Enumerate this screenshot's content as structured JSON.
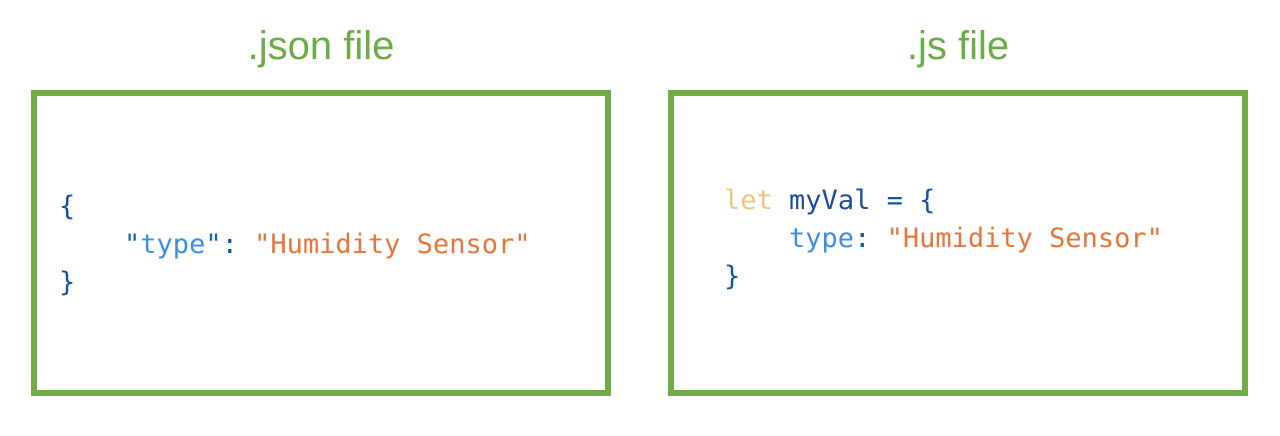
{
  "panels": [
    {
      "id": "json",
      "title": ".json file",
      "border_color": "#70AD47",
      "title_color": "#6CAD48",
      "code": {
        "line1": "{",
        "line2_indent": "    ",
        "line2_key_open_quote": "\"",
        "line2_key": "type",
        "line2_key_close_quote": "\"",
        "line2_colon": ":",
        "line2_space": " ",
        "line2_value": "\"Humidity Sensor\"",
        "line3": "}"
      }
    },
    {
      "id": "js",
      "title": ".js file",
      "border_color": "#70AD47",
      "title_color": "#6CAD48",
      "code": {
        "line1_keyword": "let",
        "line1_space1": " ",
        "line1_var": "myVal",
        "line1_assign": " = {",
        "line2_indent": "    ",
        "line2_key": "type",
        "line2_colon": ":",
        "line2_space": " ",
        "line2_value": "\"Humidity Sensor\"",
        "line3": "}"
      }
    }
  ],
  "colors": {
    "green": "#70AD47",
    "brace_blue": "#14569E",
    "key_blue": "#3B8FE8",
    "string_orange": "#E8763A",
    "keyword_tan": "#EBC582",
    "background": "#FFFFFF"
  }
}
